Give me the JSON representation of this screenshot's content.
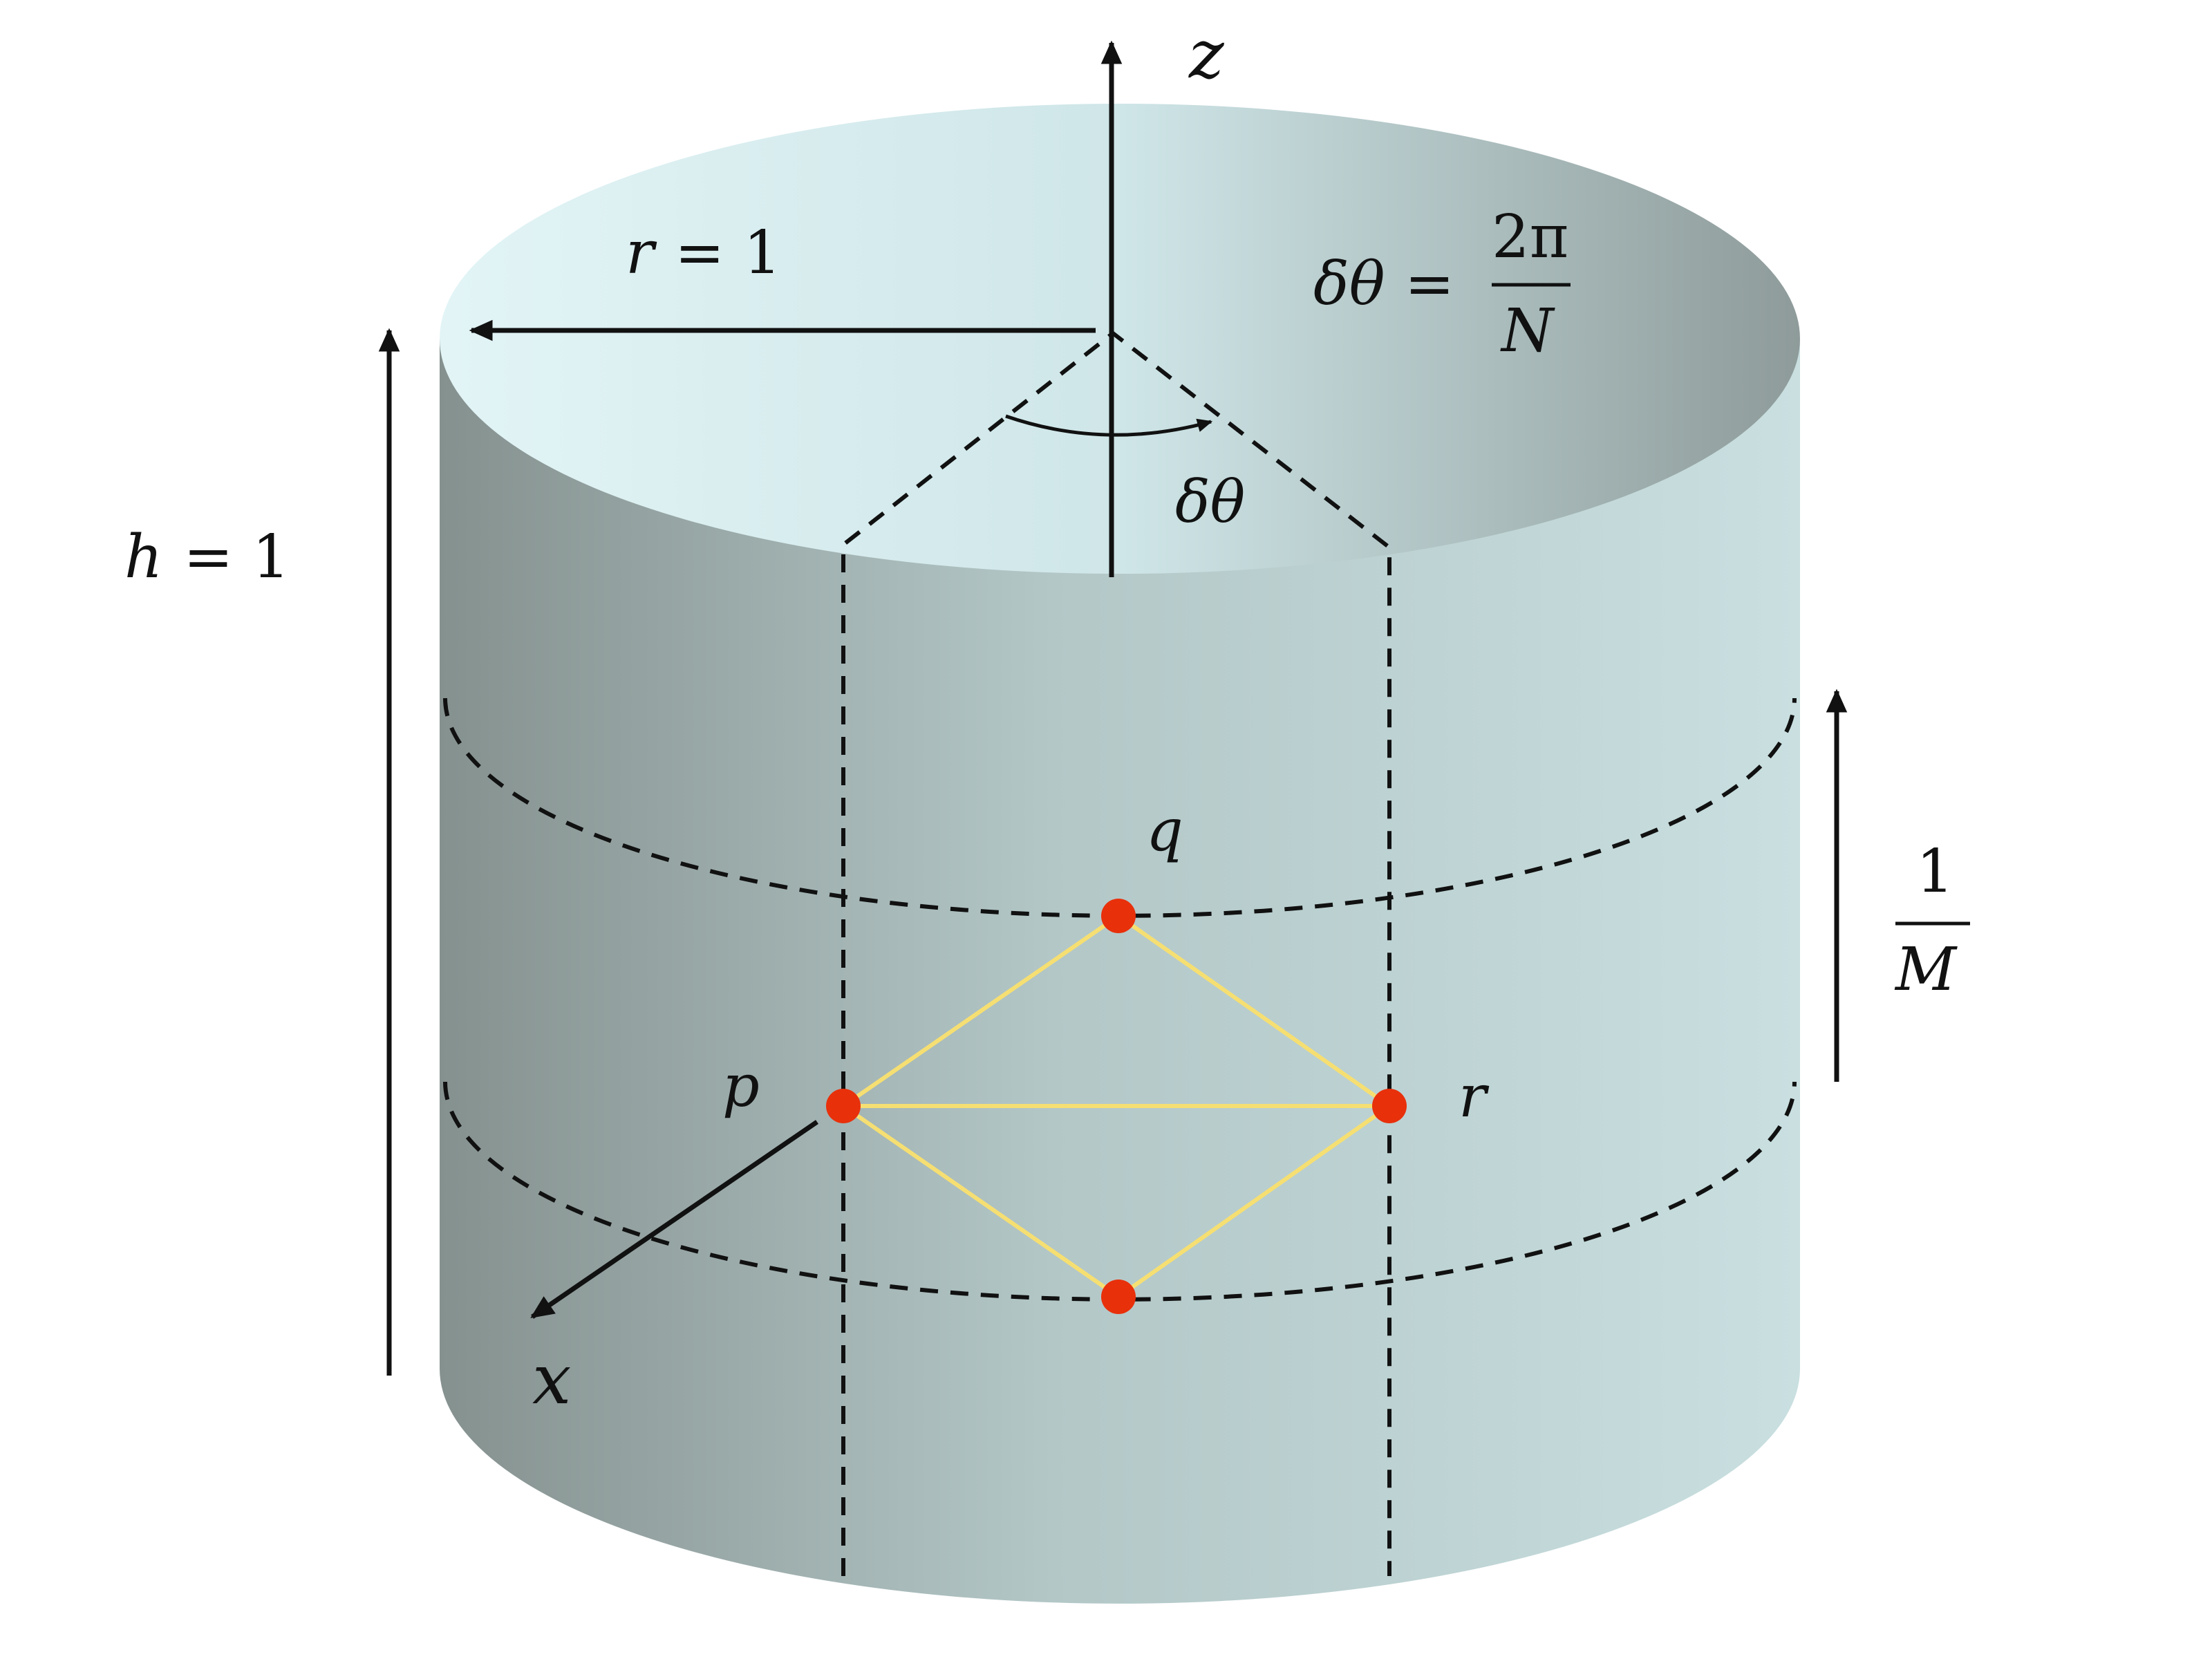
{
  "colors": {
    "cylinder_dark": "#85918f",
    "cylinder_light": "#c6dcdc",
    "top_light": "#e0f3f5",
    "top_dark": "#8f9c9b",
    "node": "#e8300b",
    "edge": "#f6df72",
    "line": "#111111"
  },
  "labels": {
    "z": "z",
    "x": "x",
    "radius_var": "r",
    "radius_eq": "= 1",
    "height_var": "h",
    "height_eq": "= 1",
    "dtheta": "δθ",
    "dtheta_eq": "δθ",
    "dtheta_equals": "=",
    "frac_num": "2π",
    "frac_den": "N",
    "m_num": "1",
    "m_den": "M"
  },
  "nodes": {
    "p": "p",
    "q": "q",
    "r": "r"
  }
}
